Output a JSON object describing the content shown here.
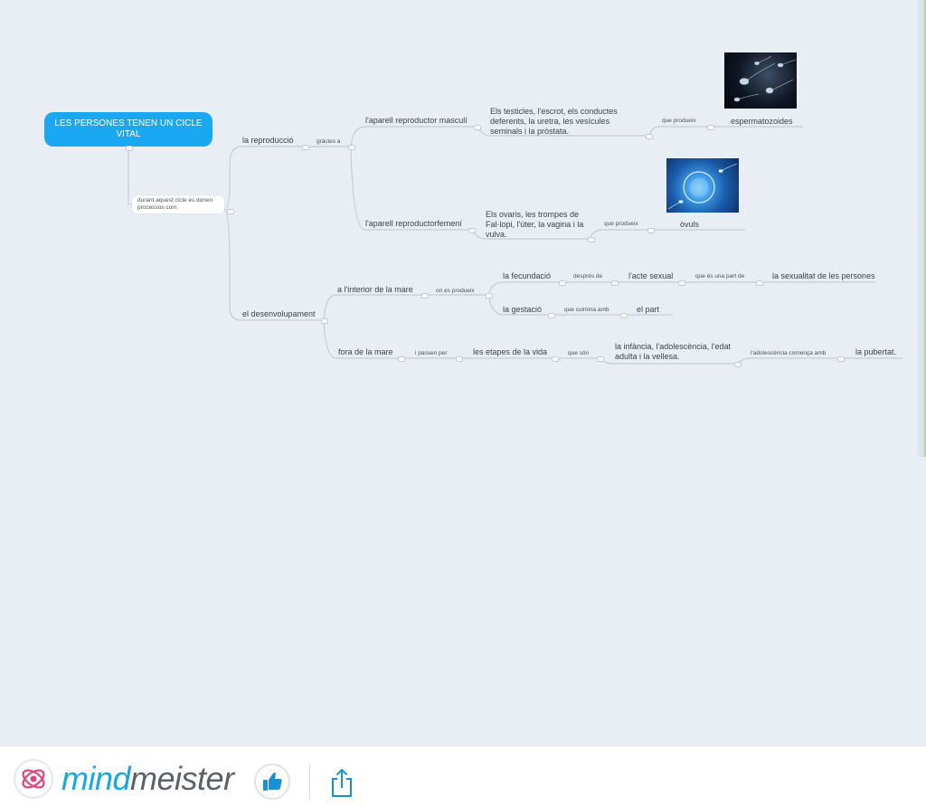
{
  "root": {
    "title": "LES PERSONES TENEN UN CICLE VITAL"
  },
  "bubble": {
    "text": "durant aquest cicle es donen processos com"
  },
  "branches": {
    "reproduccio": {
      "label": "la reproducció",
      "link": "gràcies a",
      "male": {
        "label": "l'aparell reproductor masculí",
        "desc": "Els testicles, l'escrot, els conductes deferents, la uretra, les vesícules seminals i la pròstata.",
        "link": "que produeix",
        "result": "espermatozoides",
        "image_icon": "sperm-cells-image"
      },
      "female": {
        "label": "l'aparell reproductorfemení",
        "desc": "Els ovaris, les trompes de Fal·lopi, l'úter, la vagina i la vulva.",
        "link": "que produeix",
        "result": "òvuls",
        "image_icon": "ovum-image"
      }
    },
    "desenvolupament": {
      "label": "el desenvolupament",
      "interior": {
        "label": "a l'interior de la mare",
        "link": "on es produeix",
        "fecundacio": {
          "label": "la fecundació",
          "link1": "després de",
          "item1": "l'acte sexual",
          "link2": "que és una part de",
          "item2": "la sexualitat de les persones"
        },
        "gestacio": {
          "label": "la gestació",
          "link": "que culmina amb",
          "item": "el part"
        }
      },
      "fora": {
        "label": "fora de la mare",
        "link1": "i passen per",
        "etapes": "les etapes de la vida",
        "link2": "que són",
        "stages": "la infància, l'adolescència, l'edat adulta i la vellesa.",
        "link3": "l'adolescència comença amb",
        "pubertat": "la pubertat."
      }
    }
  },
  "footer": {
    "brand_mind": "mind",
    "brand_meister": "meister",
    "logo_icon": "mindmeister-logo-icon",
    "like_icon": "thumbs-up-icon",
    "share_icon": "share-icon"
  },
  "colors": {
    "root": "#1ba8f2",
    "brand_blue": "#17a6e8",
    "background": "#e8eef3"
  }
}
